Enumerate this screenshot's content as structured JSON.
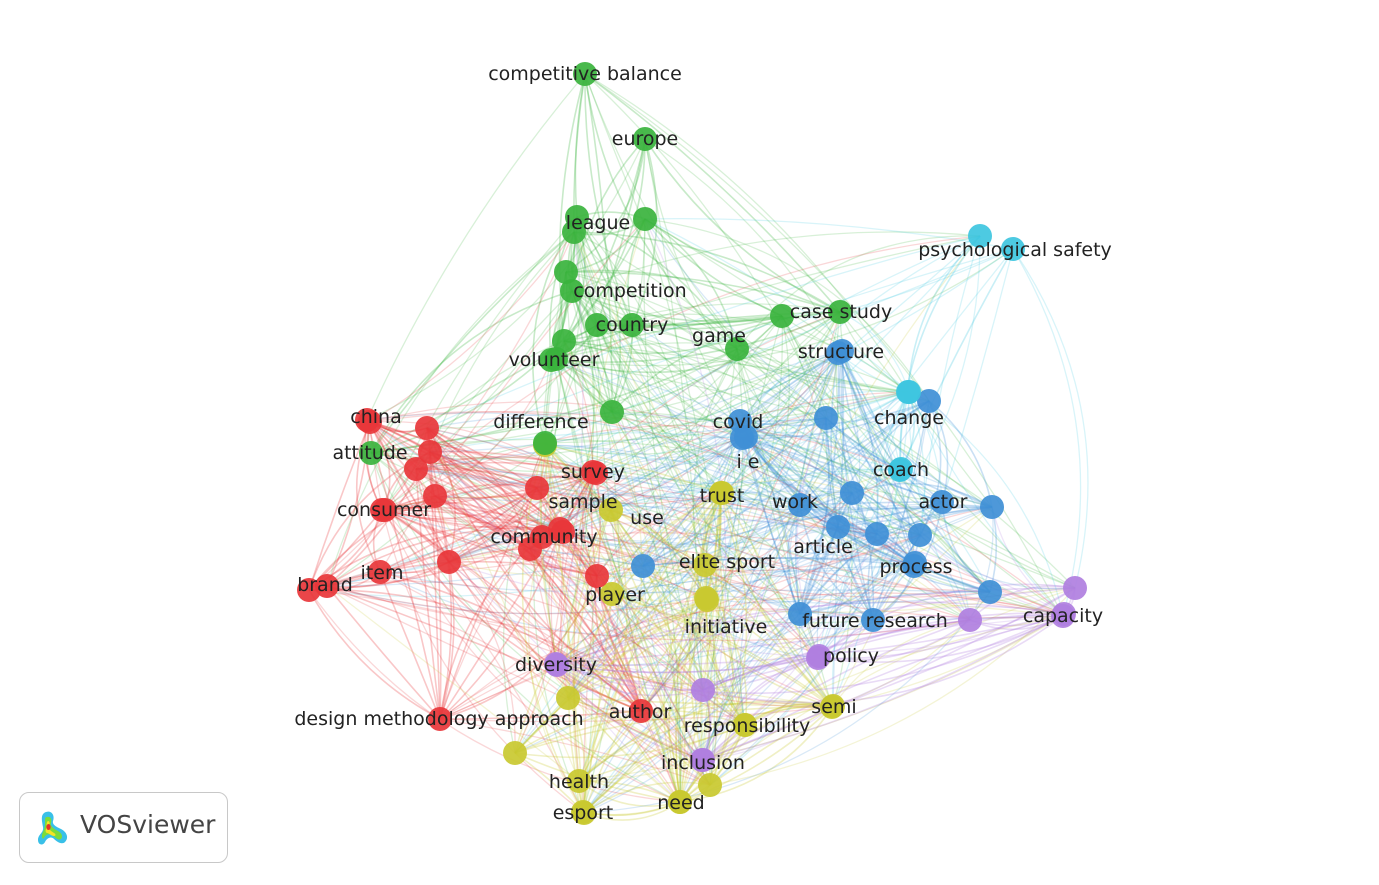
{
  "clusters": {
    "red": "#e8363a",
    "green": "#3ab33d",
    "blue": "#3f8fd6",
    "yellow": "#c9c930",
    "purple": "#b07fe0",
    "cyan": "#3ec6df"
  },
  "network": {
    "nodes": [
      {
        "label": "competitive balance",
        "cluster": "green"
      },
      {
        "label": "europe",
        "cluster": "green"
      },
      {
        "label": "league",
        "cluster": "green"
      },
      {
        "label": "competition",
        "cluster": "green"
      },
      {
        "label": "country",
        "cluster": "green"
      },
      {
        "label": "volunteer",
        "cluster": "green"
      },
      {
        "label": "game",
        "cluster": "green"
      },
      {
        "label": "case study",
        "cluster": "green"
      },
      {
        "label": "difference",
        "cluster": "green"
      },
      {
        "label": "attitude",
        "cluster": "green"
      },
      {
        "label": "psychological safety",
        "cluster": "cyan"
      },
      {
        "label": "change",
        "cluster": "cyan"
      },
      {
        "label": "coach",
        "cluster": "cyan"
      },
      {
        "label": "structure",
        "cluster": "blue"
      },
      {
        "label": "covid",
        "cluster": "blue"
      },
      {
        "label": "i e",
        "cluster": "blue"
      },
      {
        "label": "work",
        "cluster": "blue"
      },
      {
        "label": "actor",
        "cluster": "blue"
      },
      {
        "label": "article",
        "cluster": "blue"
      },
      {
        "label": "process",
        "cluster": "blue"
      },
      {
        "label": "future research",
        "cluster": "blue"
      },
      {
        "label": "china",
        "cluster": "red"
      },
      {
        "label": "consumer",
        "cluster": "red"
      },
      {
        "label": "brand",
        "cluster": "red"
      },
      {
        "label": "item",
        "cluster": "red"
      },
      {
        "label": "survey",
        "cluster": "red"
      },
      {
        "label": "sample",
        "cluster": "red"
      },
      {
        "label": "community",
        "cluster": "red"
      },
      {
        "label": "player",
        "cluster": "red"
      },
      {
        "label": "design methodology approach",
        "cluster": "red"
      },
      {
        "label": "author",
        "cluster": "red"
      },
      {
        "label": "trust",
        "cluster": "yellow"
      },
      {
        "label": "use",
        "cluster": "yellow"
      },
      {
        "label": "elite sport",
        "cluster": "yellow"
      },
      {
        "label": "initiative",
        "cluster": "yellow"
      },
      {
        "label": "semi",
        "cluster": "yellow"
      },
      {
        "label": "responsibility",
        "cluster": "yellow"
      },
      {
        "label": "health",
        "cluster": "yellow"
      },
      {
        "label": "esport",
        "cluster": "yellow"
      },
      {
        "label": "need",
        "cluster": "yellow"
      },
      {
        "label": "diversity",
        "cluster": "purple"
      },
      {
        "label": "policy",
        "cluster": "purple"
      },
      {
        "label": "inclusion",
        "cluster": "purple"
      },
      {
        "label": "capacity",
        "cluster": "purple"
      }
    ]
  },
  "badge": {
    "name": "VOSviewer",
    "logo_icon": "vosviewer-logo-icon"
  }
}
